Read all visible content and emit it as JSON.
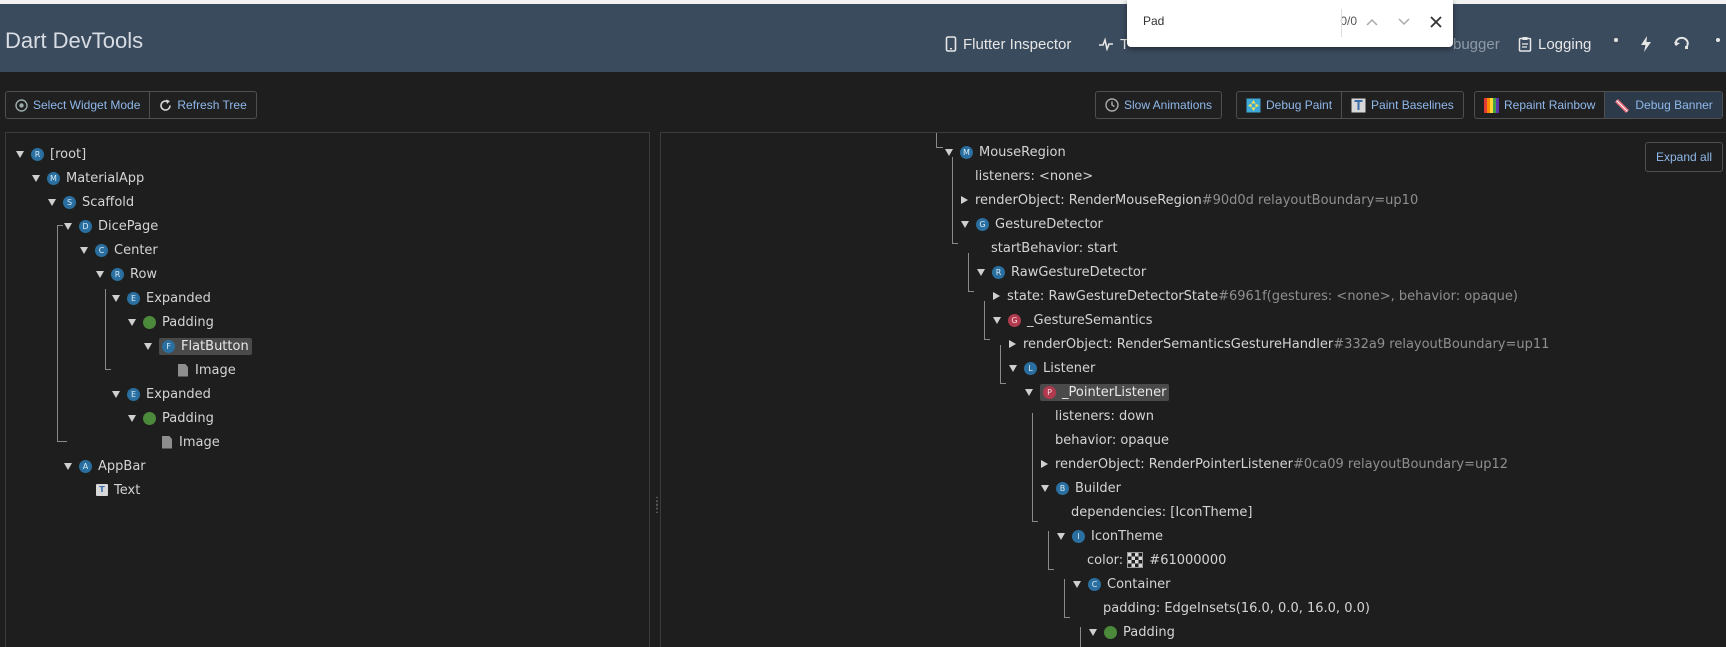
{
  "app": {
    "title": "Dart DevTools"
  },
  "nav": {
    "flutter_inspector": "Flutter Inspector",
    "timeline_partial": "T",
    "debugger_partial": "bugger",
    "logging": "Logging"
  },
  "find": {
    "query": "Pad",
    "count": "0/0"
  },
  "toolbar": {
    "select_widget_mode": "Select Widget Mode",
    "refresh_tree": "Refresh Tree",
    "slow_animations": "Slow Animations",
    "debug_paint": "Debug Paint",
    "paint_baselines": "Paint Baselines",
    "repaint_rainbow": "Repaint Rainbow",
    "debug_banner": "Debug Banner",
    "expand_all": "Expand all"
  },
  "widget_tree": [
    {
      "label": "[root]",
      "badge": "R"
    },
    {
      "label": "MaterialApp",
      "badge": "M"
    },
    {
      "label": "Scaffold",
      "badge": "S"
    },
    {
      "label": "DicePage",
      "badge": "D"
    },
    {
      "label": "Center",
      "badge": "C"
    },
    {
      "label": "Row",
      "badge": "R"
    },
    {
      "label": "Expanded",
      "badge": "E"
    },
    {
      "label": "Padding",
      "badge": ""
    },
    {
      "label": "FlatButton",
      "badge": "F"
    },
    {
      "label": "Image",
      "badge": ""
    },
    {
      "label": "Expanded",
      "badge": "E"
    },
    {
      "label": "Padding",
      "badge": ""
    },
    {
      "label": "Image",
      "badge": ""
    },
    {
      "label": "AppBar",
      "badge": "A"
    },
    {
      "label": "Text",
      "badge": "T"
    }
  ],
  "details_tree": [
    {
      "label": "MouseRegion",
      "badge": "M"
    },
    {
      "label": "listeners: <none>"
    },
    {
      "label": "renderObject: RenderMouseRegion",
      "suffix": "#90d0d relayoutBoundary=up10"
    },
    {
      "label": "GestureDetector",
      "badge": "G"
    },
    {
      "label": "startBehavior: start"
    },
    {
      "label": "RawGestureDetector",
      "badge": "R"
    },
    {
      "label": "state: RawGestureDetectorState",
      "suffix": "#6961f(gestures: <none>, behavior: opaque)"
    },
    {
      "label": "_GestureSemantics",
      "badge": "G"
    },
    {
      "label": "renderObject: RenderSemanticsGestureHandler",
      "suffix": "#332a9 relayoutBoundary=up11"
    },
    {
      "label": "Listener",
      "badge": "L"
    },
    {
      "label": "_PointerListener",
      "badge": "P"
    },
    {
      "label": "listeners: down"
    },
    {
      "label": "behavior: opaque"
    },
    {
      "label": "renderObject: RenderPointerListener",
      "suffix": "#0ca09 relayoutBoundary=up12"
    },
    {
      "label": "Builder",
      "badge": "B"
    },
    {
      "label": "dependencies: [IconTheme]"
    },
    {
      "label": "IconTheme",
      "badge": "I"
    },
    {
      "label": "color: ",
      "value": "#61000000"
    },
    {
      "label": "Container",
      "badge": "C"
    },
    {
      "label": "padding: EdgeInsets(16.0, 0.0, 16.0, 0.0)"
    },
    {
      "label": "Padding",
      "badge": ""
    }
  ]
}
